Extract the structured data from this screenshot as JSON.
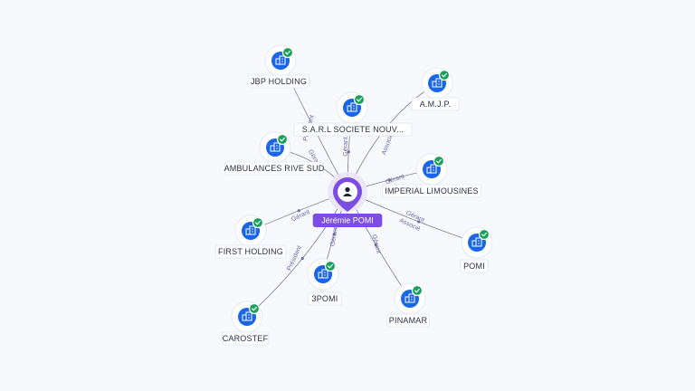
{
  "center": {
    "name": "Jérémie POMI",
    "icon": "person-icon",
    "color": "#7b4de3"
  },
  "company_icon": "building-icon",
  "verified_icon": "check-badge-icon",
  "colors": {
    "company": "#1a66e8",
    "verified": "#19a05a",
    "edge": "#7b7f95",
    "edge_label": "#6a6aa5"
  },
  "nodes": [
    {
      "id": "jbp",
      "name": "JBP HOLDING",
      "verified": true,
      "relations": [
        "Président"
      ]
    },
    {
      "id": "sarl",
      "name": "S.A.R.L SOCIETE NOUV...",
      "verified": true,
      "relations": [
        "Gérant"
      ]
    },
    {
      "id": "amjp",
      "name": "A.M.J.P.",
      "verified": true,
      "relations": [
        "Associé"
      ]
    },
    {
      "id": "ambulances",
      "name": "AMBULANCES RIVE SUD",
      "verified": true,
      "relations": [
        "Gérant"
      ]
    },
    {
      "id": "imperial",
      "name": "IMPERIAL LIMOUSINES",
      "verified": true,
      "relations": [
        "Gérant"
      ]
    },
    {
      "id": "first",
      "name": "FIRST HOLDING",
      "verified": true,
      "relations": [
        "Gérant"
      ]
    },
    {
      "id": "pomi",
      "name": "POMI",
      "verified": true,
      "relations": [
        "Gérant",
        "Associé"
      ]
    },
    {
      "id": "3pomi",
      "name": "3POMI",
      "verified": true,
      "relations": [
        "Gérant"
      ]
    },
    {
      "id": "pinamar",
      "name": "PINAMAR",
      "verified": true,
      "relations": [
        "Gérant"
      ]
    },
    {
      "id": "carostef",
      "name": "CAROSTEF",
      "verified": true,
      "relations": [
        "Président"
      ]
    }
  ]
}
